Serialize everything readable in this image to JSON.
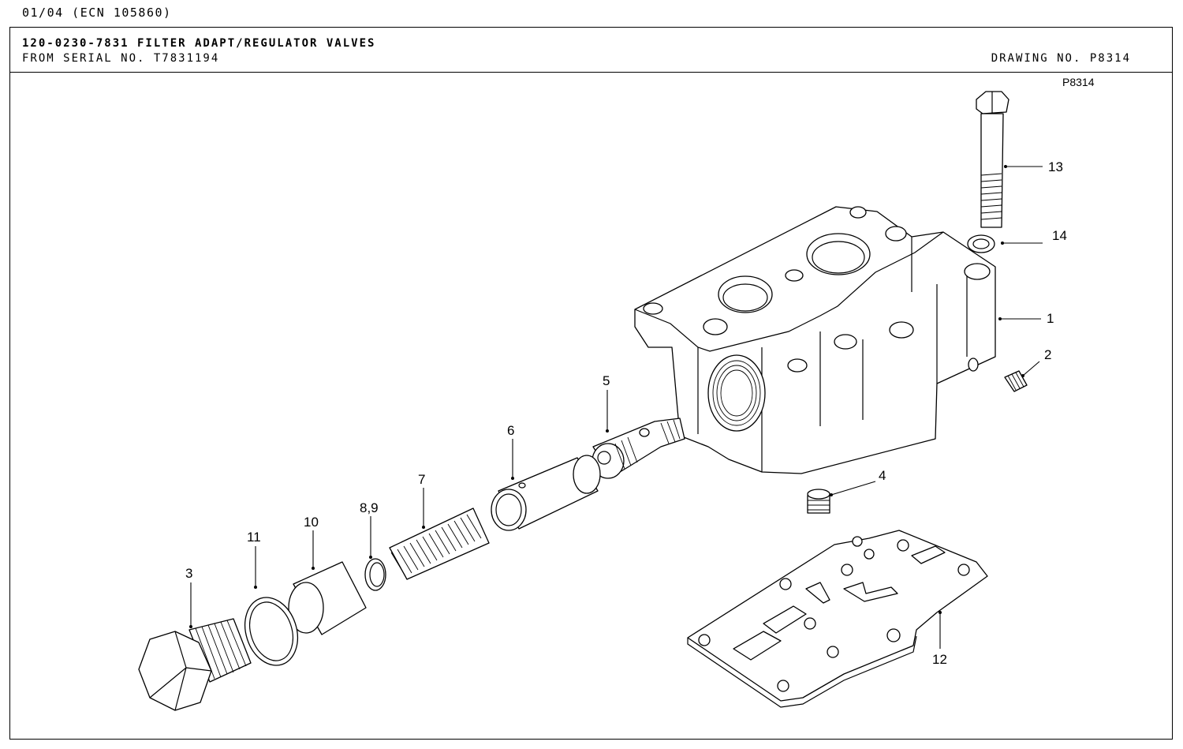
{
  "page": {
    "date_line": "01/04 (ECN 105860)",
    "title": "120-0230-7831 FILTER ADAPT/REGULATOR VALVES",
    "serial": "FROM SERIAL NO. T7831194",
    "drawing_no": "DRAWING NO. P8314"
  },
  "diagram": {
    "drawing_ref": "P8314",
    "callouts": {
      "c1": "1",
      "c2": "2",
      "c3": "3",
      "c4": "4",
      "c5": "5",
      "c6": "6",
      "c7": "7",
      "c89": "8,9",
      "c10": "10",
      "c11": "11",
      "c12": "12",
      "c13": "13",
      "c14": "14"
    }
  }
}
